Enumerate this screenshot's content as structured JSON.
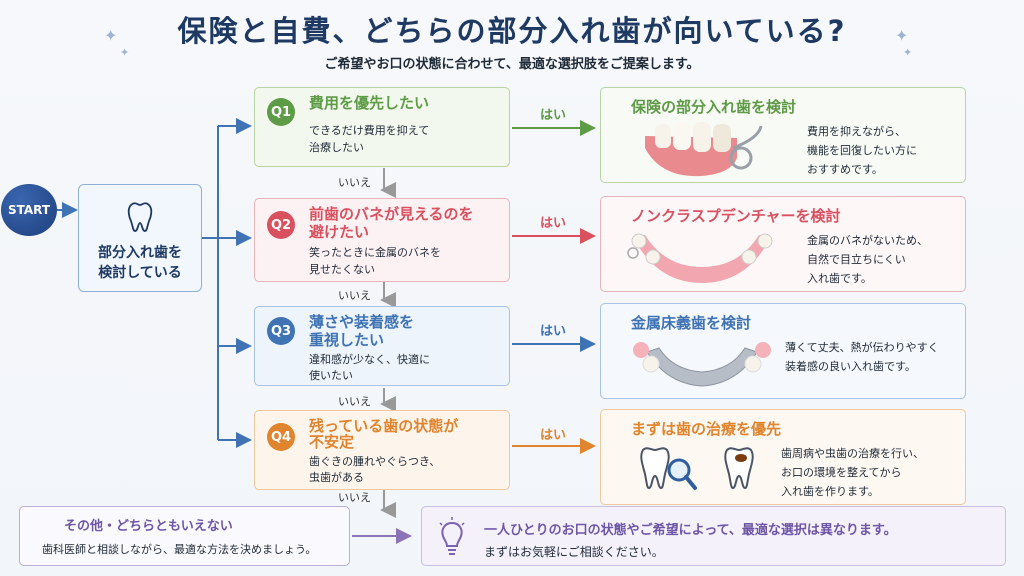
{
  "header": {
    "title": "保険と自費、どちらの部分入れ歯が向いている?",
    "subtitle": "ご希望やお口の状態に合わせて、最適な選択肢をご提案します。"
  },
  "start": {
    "badge": "START",
    "label_line1": "部分入れ歯を",
    "label_line2": "検討している"
  },
  "questions": [
    {
      "badge": "Q1",
      "title_line1": "費用を優先したい",
      "title_line2": "",
      "desc_line1": "できるだけ費用を抑えて",
      "desc_line2": "治療したい",
      "color": "#5e9b46"
    },
    {
      "badge": "Q2",
      "title_line1": "前歯のバネが見えるのを",
      "title_line2": "避けたい",
      "desc_line1": "笑ったときに金属のバネを",
      "desc_line2": "見せたくない",
      "color": "#d9505f"
    },
    {
      "badge": "Q3",
      "title_line1": "薄さや装着感を",
      "title_line2": "重視したい",
      "desc_line1": "違和感が少なく、快適に",
      "desc_line2": "使いたい",
      "color": "#3f73b4"
    },
    {
      "badge": "Q4",
      "title_line1": "残っている歯の状態が",
      "title_line2": "不安定",
      "desc_line1": "歯ぐきの腫れやぐらつき、",
      "desc_line2": "虫歯がある",
      "color": "#e0842d"
    }
  ],
  "answers": [
    {
      "title": "保険の部分入れ歯を検討",
      "desc_line1": "費用を抑えながら、",
      "desc_line2": "機能を回復したい方に",
      "desc_line3": "おすすめです。",
      "color": "#5e9b46"
    },
    {
      "title": "ノンクラスプデンチャーを検討",
      "desc_line1": "金属のバネがないため、",
      "desc_line2": "自然で目立ちにくい",
      "desc_line3": "入れ歯です。",
      "color": "#d9505f"
    },
    {
      "title": "金属床義歯を検討",
      "desc_line1": "薄くて丈夫、熱が伝わりやすく",
      "desc_line2": "装着感の良い入れ歯です。",
      "desc_line3": "",
      "color": "#3f73b4"
    },
    {
      "title": "まずは歯の治療を優先",
      "desc_line1": "歯周病や虫歯の治療を行い、",
      "desc_line2": "お口の環境を整えてから",
      "desc_line3": "入れ歯を作ります。",
      "color": "#e0842d"
    }
  ],
  "connectors": {
    "yes": "はい",
    "no": "いいえ"
  },
  "bottom": {
    "other_title": "その他・どちらともいえない",
    "other_desc": "歯科医師と相談しながら、最適な方法を決めましょう。",
    "note_line1": "一人ひとりのお口の状態やご希望によって、最適な選択は異なります。",
    "note_line2": "まずはお気軽にご相談ください。"
  },
  "icons": [
    "tooth-icon",
    "magnifier-icon",
    "lightbulb-icon",
    "sparkle-icon"
  ]
}
